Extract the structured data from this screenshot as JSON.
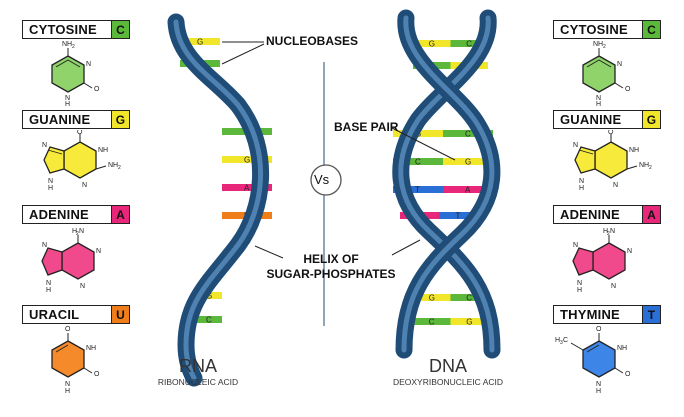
{
  "left_bases": [
    {
      "name": "CYTOSINE",
      "letter": "C",
      "color": "#5bb83a"
    },
    {
      "name": "GUANINE",
      "letter": "G",
      "color": "#f2e62a"
    },
    {
      "name": "ADENINE",
      "letter": "A",
      "color": "#e8267a"
    },
    {
      "name": "URACIL",
      "letter": "U",
      "color": "#ef7d1a"
    }
  ],
  "right_bases": [
    {
      "name": "CYTOSINE",
      "letter": "C",
      "color": "#5bb83a"
    },
    {
      "name": "GUANINE",
      "letter": "G",
      "color": "#f2e62a"
    },
    {
      "name": "ADENINE",
      "letter": "A",
      "color": "#e8267a"
    },
    {
      "name": "THYMINE",
      "letter": "T",
      "color": "#2a6fd6"
    }
  ],
  "atoms": {
    "nh2": "NH",
    "sub2": "2",
    "n": "N",
    "h": "H",
    "o": "O",
    "nh": "NH",
    "h3c": "H",
    "sub3": "3",
    "c": "C"
  },
  "callouts": {
    "nucleobases": "NUCLEOBASES",
    "base_pair": "BASE PAIR",
    "helix_line1": "HELIX OF",
    "helix_line2": "SUGAR-PHOSPHATES",
    "vs": "Vs"
  },
  "rna": {
    "title": "RNA",
    "subtitle": "RIBONUCLEIC ACID",
    "rungs": [
      "G",
      "C",
      "C",
      "G",
      "A",
      "U",
      "G",
      "C"
    ]
  },
  "dna": {
    "title": "DNA",
    "subtitle": "DEOXYRIBONUCLEIC ACID",
    "rungs": [
      [
        "G",
        "C"
      ],
      [
        "C",
        "G"
      ],
      [
        "G",
        "C"
      ],
      [
        "C",
        "G"
      ],
      [
        "T",
        "A"
      ],
      [
        "A",
        "T"
      ],
      [
        "G",
        "C"
      ],
      [
        "C",
        "G"
      ]
    ]
  },
  "colors": {
    "helix_dark": "#1f4d78",
    "helix_light": "#4f84b3",
    "C": "#5bb83a",
    "G": "#f2e62a",
    "A": "#e8267a",
    "U": "#ef7d1a",
    "T": "#2a6fd6"
  }
}
